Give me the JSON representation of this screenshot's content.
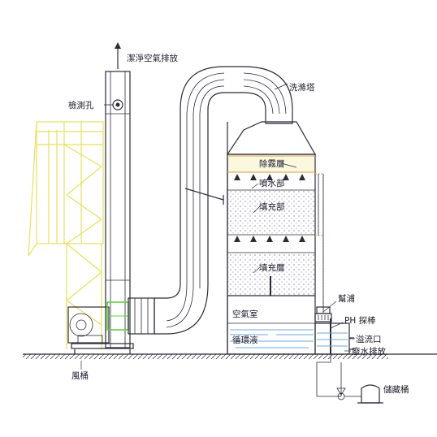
{
  "labels": {
    "exhaust": "潔淨空氣排放",
    "sample_port": "檢測孔",
    "tower": "洗滌塔",
    "demister": "除霧層",
    "spray": "噴水部",
    "packing_upper": "填充部",
    "packing_lower": "填充層",
    "air_chamber": "空氣室",
    "pump": "幫浦",
    "ph_probe": "PH 探棒",
    "circulation": "循環液",
    "overflow": "溢流口",
    "drain": "廢水排放",
    "fan": "風桶",
    "storage": "儲藏桶"
  },
  "colors": {
    "structure_yellow": "#e8e060",
    "packing_gray": "#a8a8b8",
    "fan_green": "#5fcf3f",
    "water_blue": "#6fa8d8",
    "drip_line": "#d9b060"
  }
}
